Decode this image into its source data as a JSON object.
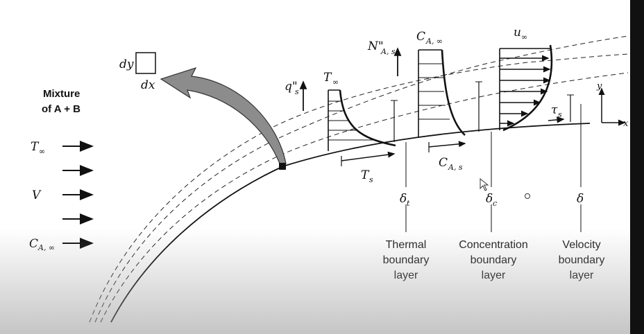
{
  "labels": {
    "dy": "dy",
    "dx": "dx",
    "mixture_line1": "Mixture",
    "mixture_line2": "of A + B",
    "t_inf_left": "T",
    "t_inf_left_sub": "∞",
    "v": "V",
    "c_inf_left": "C",
    "c_inf_left_sub": "A, ∞",
    "q_s": "q\"",
    "q_s_sub": "s",
    "t_inf_top": "T",
    "t_inf_top_sub": "∞",
    "n_as": "N\"",
    "n_as_sub": "A, s",
    "c_inf_top": "C",
    "c_inf_top_sub": "A, ∞",
    "u_inf": "u",
    "u_inf_sub": "∞",
    "y_axis": "y",
    "x_axis": "x",
    "tau_s": "τ",
    "tau_s_sub": "s",
    "t_s": "T",
    "t_s_sub": "s",
    "c_as": "C",
    "c_as_sub": "A, s",
    "delta_t": "δ",
    "delta_t_sub": "t",
    "delta_c": "δ",
    "delta_c_sub": "c",
    "delta": "δ"
  },
  "captions": {
    "thermal": [
      "Thermal",
      "boundary",
      "layer"
    ],
    "concentration": [
      "Concentration",
      "boundary",
      "layer"
    ],
    "velocity": [
      "Velocity",
      "boundary",
      "layer"
    ]
  }
}
